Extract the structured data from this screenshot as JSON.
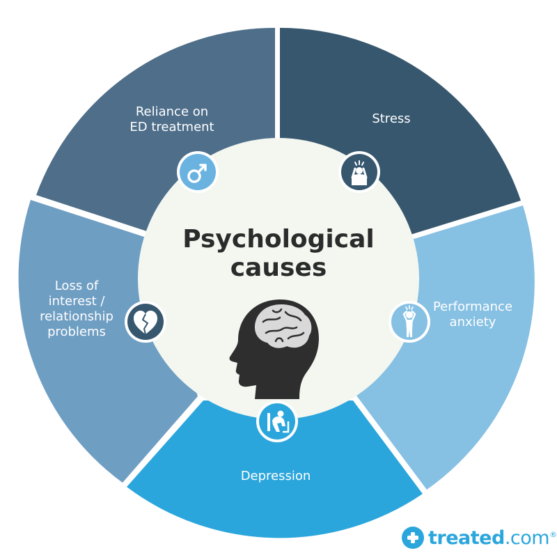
{
  "diagram": {
    "title_line1": "Psychological",
    "title_line2": "causes",
    "segments": [
      {
        "id": "stress",
        "lines": [
          "Stress"
        ],
        "color": "#37576e",
        "icon": "stressed-person-icon"
      },
      {
        "id": "performance-anxiety",
        "lines": [
          "Performance",
          "anxiety"
        ],
        "color": "#86c0e3",
        "icon": "anxious-person-icon"
      },
      {
        "id": "depression",
        "lines": [
          "Depression"
        ],
        "color": "#2ba6dc",
        "icon": "depressed-person-icon"
      },
      {
        "id": "loss-of-interest",
        "lines": [
          "Loss of",
          "interest /",
          "relationship",
          "problems"
        ],
        "color": "#6f9ec3",
        "icon": "broken-heart-icon"
      },
      {
        "id": "reliance-on-ed-treatment",
        "lines": [
          "Reliance on",
          "ED treatment"
        ],
        "color": "#4e6e8a",
        "icon": "male-symbol-icon"
      }
    ],
    "center_icon": "brain-head-icon"
  },
  "brand": {
    "name": "treated",
    "domain": ".com",
    "mark": "®",
    "color": "#2ba6dc"
  }
}
